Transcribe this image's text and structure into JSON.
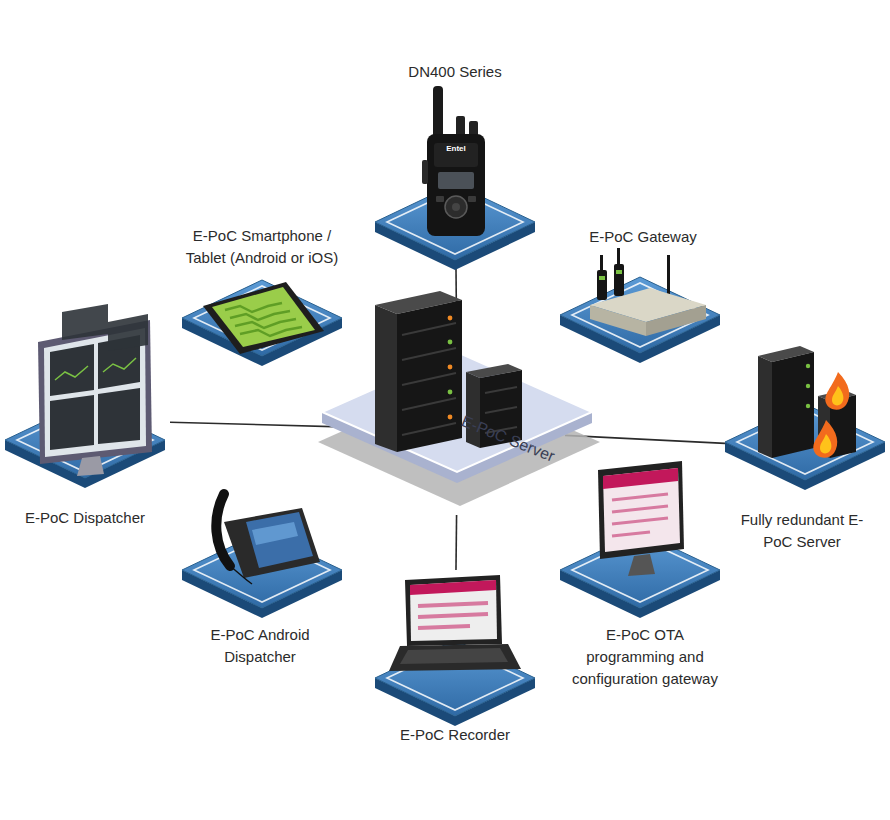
{
  "diagram": {
    "nodes": [
      {
        "text": [
          "DN400 Series"
        ]
      },
      {
        "text": [
          "E-PoC Smartphone / Tablet (Android or iOS)"
        ]
      },
      {
        "text": [
          "E-PoC Gateway"
        ]
      },
      {
        "text": [
          "E-PoC Server"
        ]
      },
      {
        "text": [
          "E-PoC Dispatcher"
        ]
      },
      {
        "text": [
          "Fully redundant E-PoC Server"
        ]
      },
      {
        "text": [
          "E-PoC Android Dispatcher"
        ]
      },
      {
        "text": [
          "E-PoC OTA programming and configuration gateway"
        ]
      },
      {
        "text": [
          "E-PoC Recorder"
        ]
      }
    ],
    "edges": [
      {
        "from": 3,
        "to": 0,
        "arrow": "none"
      },
      {
        "from": 3,
        "to": 1,
        "arrow": "none"
      },
      {
        "from": 3,
        "to": 2,
        "arrow": "none"
      },
      {
        "from": 3,
        "to": 4,
        "arrow": "none"
      },
      {
        "from": 3,
        "to": 5,
        "arrow": "none"
      },
      {
        "from": 3,
        "to": 6,
        "arrow": "none"
      },
      {
        "from": 3,
        "to": 7,
        "arrow": "none"
      },
      {
        "from": 3,
        "to": 8,
        "arrow": "none"
      }
    ],
    "labels": [
      "Entel"
    ]
  }
}
